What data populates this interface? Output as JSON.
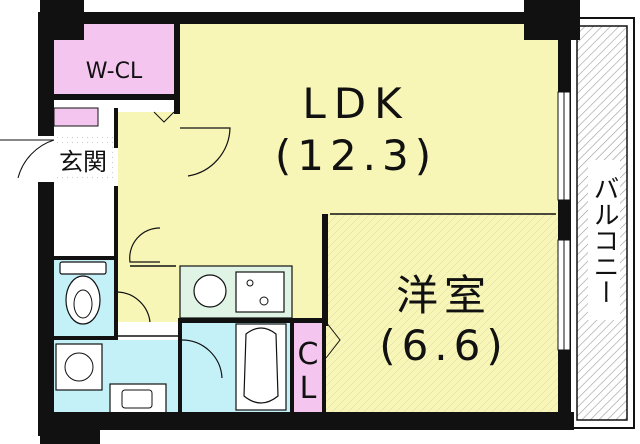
{
  "rooms": {
    "ldk": {
      "name": "LDK",
      "size": "(12.3)"
    },
    "western": {
      "name": "洋室",
      "size": "(6.6)"
    },
    "walk_in_closet": {
      "name": "W-CL"
    },
    "entrance": {
      "name": "玄関"
    },
    "closet": {
      "name_top": "C",
      "name_bottom": "L"
    },
    "balcony": {
      "name": "バルコニー"
    }
  },
  "colors": {
    "ldk": "#f7f6b7",
    "western": "#f7f6b7",
    "walk_in_closet": "#f4c6ef",
    "closet": "#f4c6ef",
    "wet_areas": "#c4f1f8",
    "kitchen": "#dff4e4",
    "balcony_hatch": "#9a9a9a",
    "wall": "#111111"
  }
}
